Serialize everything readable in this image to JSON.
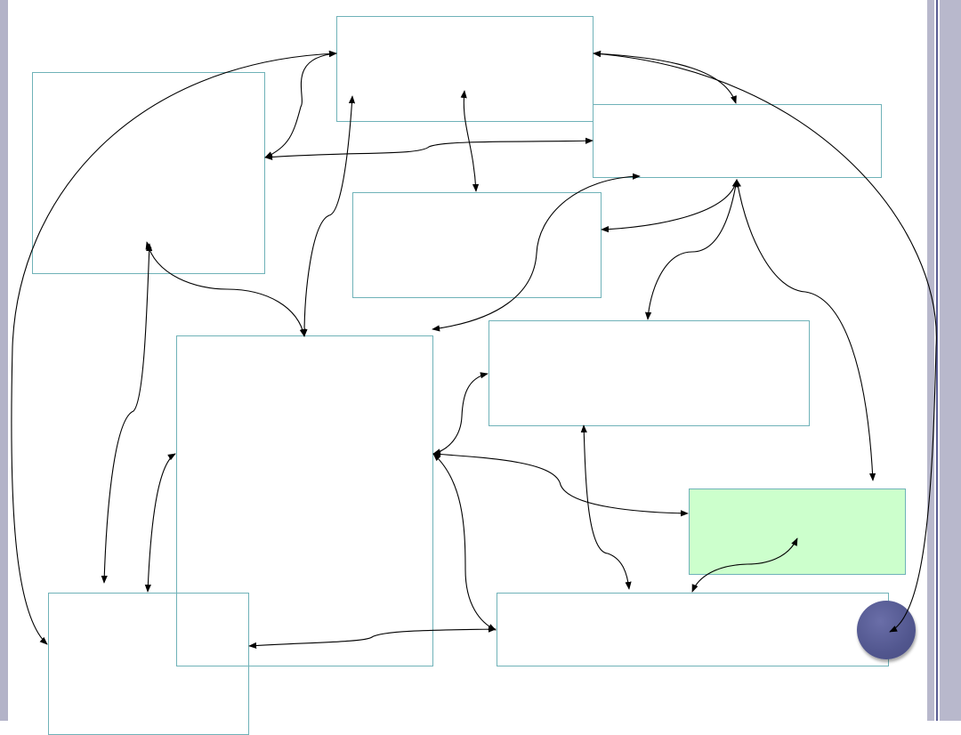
{
  "slide": {
    "background": "#ffffff",
    "accent_left": "#b3b3c8",
    "accent_right": [
      "#b8b8cc",
      "#5a5d93",
      "#c9c9d8"
    ],
    "box_border": "#6fb2b8",
    "highlight_fill": "#ccffcc",
    "nav_button_color": "#52578f"
  },
  "nodes": [
    {
      "id": "top-center",
      "label": ""
    },
    {
      "id": "top-left",
      "label": ""
    },
    {
      "id": "top-right",
      "label": ""
    },
    {
      "id": "middle-center",
      "label": ""
    },
    {
      "id": "center-tall",
      "label": ""
    },
    {
      "id": "middle-right",
      "label": ""
    },
    {
      "id": "highlight-right",
      "label": ""
    },
    {
      "id": "bottom-left",
      "label": ""
    },
    {
      "id": "bottom-right",
      "label": ""
    }
  ],
  "connectors_count": 17
}
